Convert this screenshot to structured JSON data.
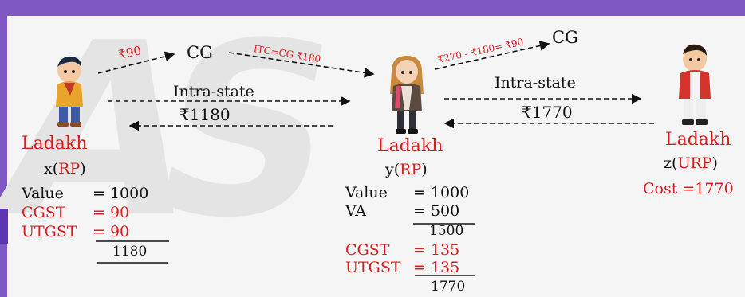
{
  "colors": {
    "accent": "#7e57c2",
    "highlight": "#e0191b"
  },
  "flow": {
    "xy_tax": "₹90",
    "cg1": "CG",
    "itc": "ITC=CG ₹180",
    "xy_intra": "Intra-state",
    "xy_amount": "₹1180",
    "yz_tax": "₹270 - ₹180= ₹90",
    "cg2": "CG",
    "yz_intra": "Intra-state",
    "yz_amount": "₹1770"
  },
  "x": {
    "location": "Ladakh",
    "name_prefix": "x(",
    "type": "RP",
    "name_suffix": ")",
    "value_label": "Value",
    "value": "= 1000",
    "cgst_label": "CGST",
    "cgst": "= 90",
    "utgst_label": "UTGST",
    "utgst": "= 90",
    "total": "1180"
  },
  "y": {
    "location": "Ladakh",
    "name_prefix": "y(",
    "type": "RP",
    "name_suffix": ")",
    "value_label": "Value",
    "value": "= 1000",
    "va_label": "VA",
    "va": "= 500",
    "subtotal": "1500",
    "cgst_label": "CGST",
    "cgst": "= 135",
    "utgst_label": "UTGST",
    "utgst": "= 135",
    "total": "1770"
  },
  "z": {
    "location": "Ladakh",
    "name_prefix": "z(",
    "type": "URP",
    "name_suffix": ")",
    "cost": "Cost =1770"
  }
}
